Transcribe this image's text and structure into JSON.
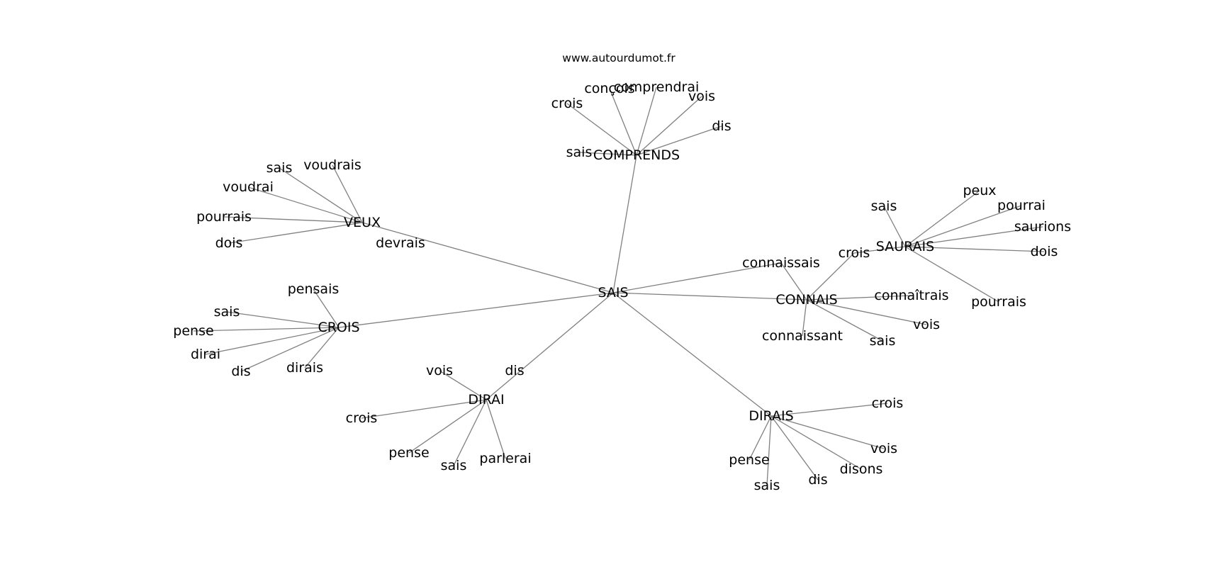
{
  "watermark": "www.autourdumot.fr",
  "nodes": [
    {
      "id": "SAIS",
      "label": "SAIS"
    },
    {
      "id": "COMPRENDS",
      "label": "COMPRENDS"
    },
    {
      "id": "COMPRENDS-sais",
      "label": "sais"
    },
    {
      "id": "COMPRENDS-crois",
      "label": "crois"
    },
    {
      "id": "COMPRENDS-concois",
      "label": "conçois"
    },
    {
      "id": "COMPRENDS-comprendrai",
      "label": "comprendrai"
    },
    {
      "id": "COMPRENDS-vois",
      "label": "vois"
    },
    {
      "id": "COMPRENDS-dis",
      "label": "dis"
    },
    {
      "id": "VEUX",
      "label": "VEUX"
    },
    {
      "id": "VEUX-sais",
      "label": "sais"
    },
    {
      "id": "VEUX-voudrais",
      "label": "voudrais"
    },
    {
      "id": "VEUX-voudrai",
      "label": "voudrai"
    },
    {
      "id": "VEUX-pourrais",
      "label": "pourrais"
    },
    {
      "id": "VEUX-dois",
      "label": "dois"
    },
    {
      "id": "VEUX-devrais",
      "label": "devrais"
    },
    {
      "id": "CROIS",
      "label": "CROIS"
    },
    {
      "id": "CROIS-pensais",
      "label": "pensais"
    },
    {
      "id": "CROIS-sais",
      "label": "sais"
    },
    {
      "id": "CROIS-pense",
      "label": "pense"
    },
    {
      "id": "CROIS-dirai",
      "label": "dirai"
    },
    {
      "id": "CROIS-dis",
      "label": "dis"
    },
    {
      "id": "CROIS-dirais",
      "label": "dirais"
    },
    {
      "id": "DIRAI",
      "label": "DIRAI"
    },
    {
      "id": "DIRAI-vois",
      "label": "vois"
    },
    {
      "id": "DIRAI-dis",
      "label": "dis"
    },
    {
      "id": "DIRAI-crois",
      "label": "crois"
    },
    {
      "id": "DIRAI-pense",
      "label": "pense"
    },
    {
      "id": "DIRAI-sais",
      "label": "sais"
    },
    {
      "id": "DIRAI-parlerai",
      "label": "parlerai"
    },
    {
      "id": "DIRAIS",
      "label": "DIRAIS"
    },
    {
      "id": "DIRAIS-crois",
      "label": "crois"
    },
    {
      "id": "DIRAIS-vois",
      "label": "vois"
    },
    {
      "id": "DIRAIS-disons",
      "label": "disons"
    },
    {
      "id": "DIRAIS-dis",
      "label": "dis"
    },
    {
      "id": "DIRAIS-sais",
      "label": "sais"
    },
    {
      "id": "DIRAIS-pense",
      "label": "pense"
    },
    {
      "id": "CONNAIS",
      "label": "CONNAIS"
    },
    {
      "id": "CONNAIS-connaissais",
      "label": "connaissais"
    },
    {
      "id": "CONNAIS-connaitrais",
      "label": "connaîtrais"
    },
    {
      "id": "CONNAIS-vois",
      "label": "vois"
    },
    {
      "id": "CONNAIS-sais",
      "label": "sais"
    },
    {
      "id": "CONNAIS-connaissant",
      "label": "connaissant"
    },
    {
      "id": "SAURAIS",
      "label": "SAURAIS"
    },
    {
      "id": "SAURAIS-crois",
      "label": "crois"
    },
    {
      "id": "SAURAIS-sais",
      "label": "sais"
    },
    {
      "id": "SAURAIS-peux",
      "label": "peux"
    },
    {
      "id": "SAURAIS-pourrai",
      "label": "pourrai"
    },
    {
      "id": "SAURAIS-saurions",
      "label": "saurions"
    },
    {
      "id": "SAURAIS-dois",
      "label": "dois"
    },
    {
      "id": "SAURAIS-pourrais",
      "label": "pourrais"
    }
  ],
  "edges": [
    [
      "SAIS",
      "COMPRENDS"
    ],
    [
      "SAIS",
      "VEUX"
    ],
    [
      "SAIS",
      "CROIS"
    ],
    [
      "SAIS",
      "DIRAI"
    ],
    [
      "SAIS",
      "DIRAIS"
    ],
    [
      "SAIS",
      "CONNAIS"
    ],
    [
      "SAIS",
      "CONNAIS-connaissais"
    ],
    [
      "COMPRENDS",
      "COMPRENDS-sais"
    ],
    [
      "COMPRENDS",
      "COMPRENDS-crois"
    ],
    [
      "COMPRENDS",
      "COMPRENDS-concois"
    ],
    [
      "COMPRENDS",
      "COMPRENDS-comprendrai"
    ],
    [
      "COMPRENDS",
      "COMPRENDS-vois"
    ],
    [
      "COMPRENDS",
      "COMPRENDS-dis"
    ],
    [
      "VEUX",
      "VEUX-sais"
    ],
    [
      "VEUX",
      "VEUX-voudrais"
    ],
    [
      "VEUX",
      "VEUX-voudrai"
    ],
    [
      "VEUX",
      "VEUX-pourrais"
    ],
    [
      "VEUX",
      "VEUX-dois"
    ],
    [
      "CROIS",
      "CROIS-pensais"
    ],
    [
      "CROIS",
      "CROIS-sais"
    ],
    [
      "CROIS",
      "CROIS-pense"
    ],
    [
      "CROIS",
      "CROIS-dirai"
    ],
    [
      "CROIS",
      "CROIS-dis"
    ],
    [
      "CROIS",
      "CROIS-dirais"
    ],
    [
      "DIRAI",
      "DIRAI-vois"
    ],
    [
      "DIRAI",
      "DIRAI-crois"
    ],
    [
      "DIRAI",
      "DIRAI-pense"
    ],
    [
      "DIRAI",
      "DIRAI-sais"
    ],
    [
      "DIRAI",
      "DIRAI-parlerai"
    ],
    [
      "DIRAIS",
      "DIRAIS-crois"
    ],
    [
      "DIRAIS",
      "DIRAIS-vois"
    ],
    [
      "DIRAIS",
      "DIRAIS-disons"
    ],
    [
      "DIRAIS",
      "DIRAIS-dis"
    ],
    [
      "DIRAIS",
      "DIRAIS-sais"
    ],
    [
      "DIRAIS",
      "DIRAIS-pense"
    ],
    [
      "CONNAIS",
      "CONNAIS-connaissais"
    ],
    [
      "CONNAIS",
      "CONNAIS-connaitrais"
    ],
    [
      "CONNAIS",
      "CONNAIS-vois"
    ],
    [
      "CONNAIS",
      "CONNAIS-sais"
    ],
    [
      "CONNAIS",
      "CONNAIS-connaissant"
    ],
    [
      "CONNAIS",
      "SAURAIS-crois"
    ],
    [
      "SAURAIS",
      "SAURAIS-crois"
    ],
    [
      "SAURAIS",
      "SAURAIS-sais"
    ],
    [
      "SAURAIS",
      "SAURAIS-peux"
    ],
    [
      "SAURAIS",
      "SAURAIS-pourrai"
    ],
    [
      "SAURAIS",
      "SAURAIS-saurions"
    ],
    [
      "SAURAIS",
      "SAURAIS-dois"
    ],
    [
      "SAURAIS",
      "SAURAIS-pourrais"
    ]
  ]
}
